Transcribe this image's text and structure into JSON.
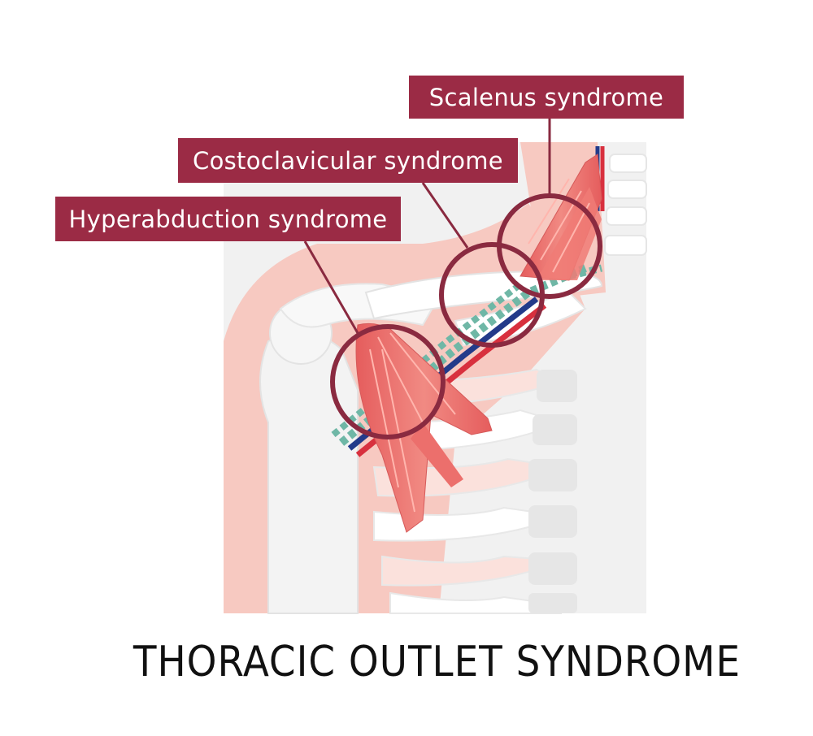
{
  "title": "THORACIC OUTLET SYNDROME",
  "callouts": [
    {
      "label": "Scalenus syndrome"
    },
    {
      "label": "Costoclavicular syndrome"
    },
    {
      "label": "Hyperabduction syndrome"
    }
  ],
  "colors": {
    "label_bg": "#9b2b45",
    "callout_ring": "#8a2a40",
    "skin": "#f7c9c1",
    "bone": "#f2f2f2",
    "muscle": "#ec6f6c",
    "artery": "#d8303e",
    "vein": "#233a8a",
    "nerve": "#6fb7a6"
  },
  "icons": [
    "magnifier-circle-icon"
  ]
}
